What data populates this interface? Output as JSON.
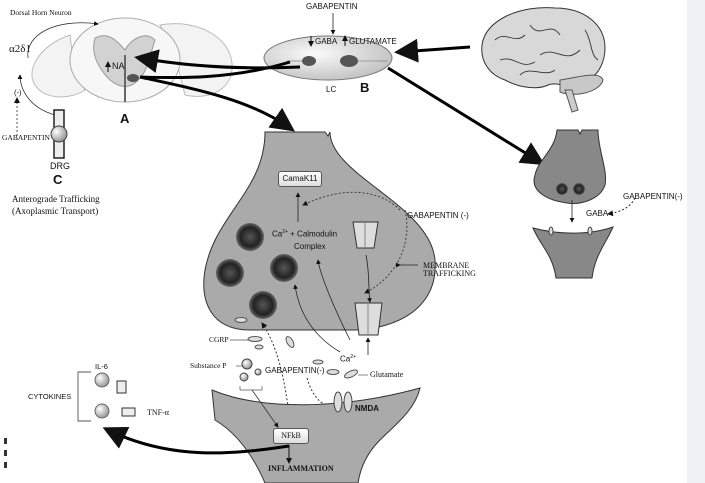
{
  "diagram": {
    "panel_a": {
      "letter": "A",
      "dorsal_horn_label": "Dorsal Horn Neuron",
      "na_label": "NA",
      "na_arrow": "up"
    },
    "panel_b": {
      "letter": "B",
      "region_label": "LC",
      "drug_label": "GABAPENTIN",
      "gaba_label": "GABA",
      "gaba_arrow": "down",
      "glutamate_label": "GLUTAMATE",
      "glutamate_arrow": "up"
    },
    "panel_c": {
      "letter": "C",
      "drg_label": "DRG",
      "alpha_delta_label": "α2δ1",
      "drug_label": "GABAPENTIN",
      "inhibit_symbol": "(-)",
      "trafficking_line1": "Anterograde Trafficking",
      "trafficking_line2": "(Axoplasmic Transport)"
    },
    "synapse_main": {
      "camak_label": "CamaK11",
      "complex_line1_prefix": "Ca",
      "complex_line1_sup": "2+",
      "complex_line1_suffix": " + Calmodulin",
      "complex_line2": "Complex",
      "gabapentin_label": "GABAPENTIN (-)",
      "membrane_line1": "MEMBRANE",
      "membrane_line2": "TRAFFICKING",
      "cgrp_label": "CGRP",
      "substance_p_label": "Substance P",
      "gabapentin_cleft_label": "GABAPENTIN(-)",
      "ca_label": "Ca",
      "ca_sup": "2+",
      "glutamate_label": "Glutamate",
      "nmda_label": "NMDA",
      "nfkb_label": "NFkB",
      "inflammation_label": "INFLAMMATION"
    },
    "cytokines": {
      "group_label": "CYTOKINES",
      "il6_label": "IL-6",
      "tnf_label": "TNF-α"
    },
    "synapse_right": {
      "gabapentin_label": "GABAPENTIN(-)",
      "gaba_label": "GABA"
    }
  }
}
